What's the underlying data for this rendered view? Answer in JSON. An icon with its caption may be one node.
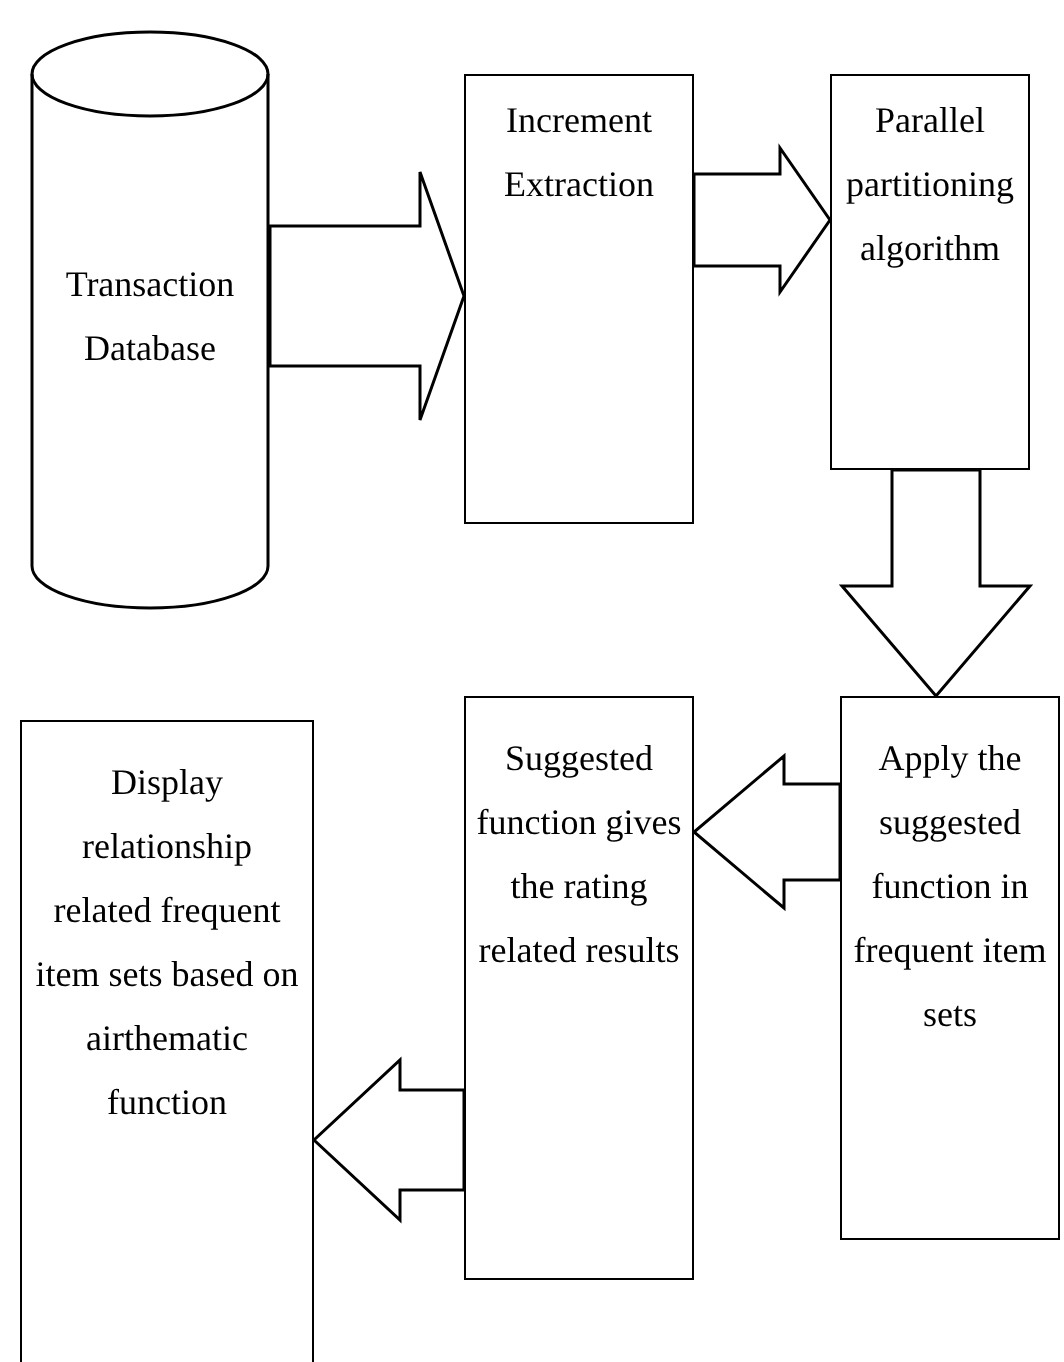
{
  "diagram": {
    "nodes": [
      {
        "text": [
          "Transaction Database"
        ]
      },
      {
        "text": [
          "Increment Extraction"
        ]
      },
      {
        "text": [
          "Parallel partitioning algorithm"
        ]
      },
      {
        "text": [
          "Apply the suggested function in frequent item sets"
        ]
      },
      {
        "text": [
          "Suggested function gives the rating related results"
        ]
      },
      {
        "text": [
          "Display relationship related frequent item sets based on airthematic function"
        ]
      }
    ],
    "edges": [
      {
        "from": 0,
        "to": 1,
        "arrow": "to"
      },
      {
        "from": 1,
        "to": 2,
        "arrow": "to"
      },
      {
        "from": 2,
        "to": 3,
        "arrow": "to"
      },
      {
        "from": 3,
        "to": 4,
        "arrow": "to"
      },
      {
        "from": 4,
        "to": 5,
        "arrow": "to"
      }
    ]
  }
}
